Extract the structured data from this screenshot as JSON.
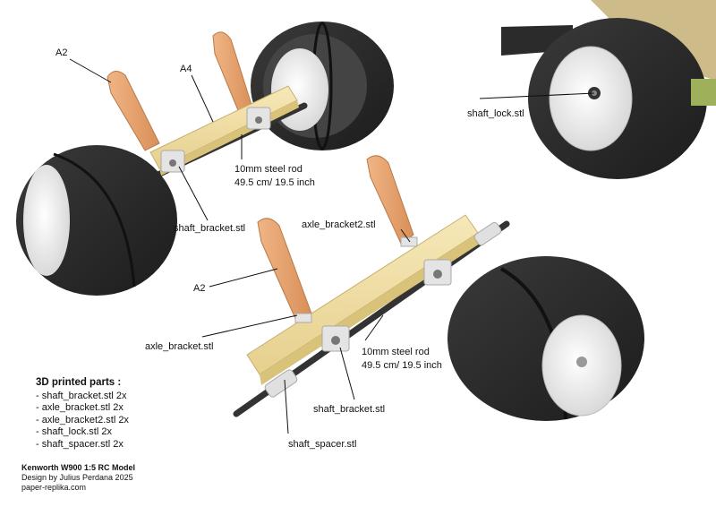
{
  "labels": {
    "a2_top": "A2",
    "a4": "A4",
    "rod_top_1": "10mm steel rod",
    "rod_top_2": "49.5 cm/ 19.5 inch",
    "shaft_bracket_top": "shaft_bracket.stl",
    "shaft_lock": "shaft_lock.stl",
    "axle_bracket2": "axle_bracket2.stl",
    "a2_mid": "A2",
    "axle_bracket": "axle_bracket.stl",
    "rod_mid_1": "10mm steel rod",
    "rod_mid_2": "49.5 cm/ 19.5 inch",
    "shaft_bracket_mid": "shaft_bracket.stl",
    "shaft_spacer": "shaft_spacer.stl"
  },
  "parts_list": {
    "heading": "3D printed parts :",
    "items": [
      "- shaft_bracket.stl 2x",
      "- axle_bracket.stl 2x",
      "- axle_bracket2.stl 2x",
      "- shaft_lock.stl 2x",
      "- shaft_spacer.stl 2x"
    ]
  },
  "credits": {
    "title": "Kenworth W900 1:5 RC Model",
    "author": "Design by Julius Perdana 2025",
    "website": "paper-replika.com"
  },
  "colors": {
    "tire": "#2b2b2b",
    "rim": "#e9e9e9",
    "wood": "#f1dfa6",
    "plate": "#e8a872",
    "rod": "#3a3a3a",
    "bracket": "#dedede"
  }
}
